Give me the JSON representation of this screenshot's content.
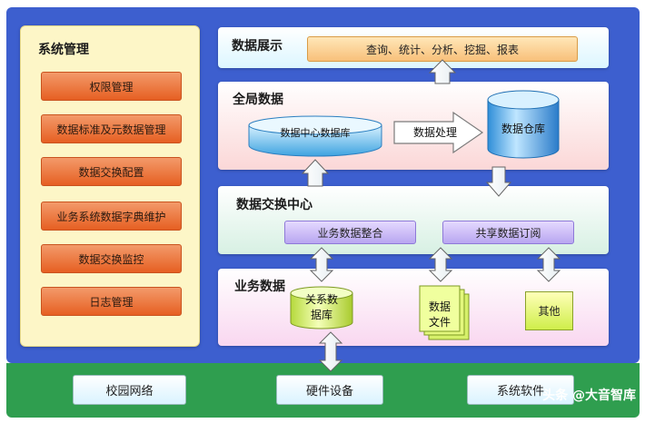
{
  "system_mgmt": {
    "title": "系统管理",
    "items": [
      "权限管理",
      "数据标准及元数据管理",
      "数据交换配置",
      "业务系统数据字典维护",
      "数据交换监控",
      "日志管理"
    ]
  },
  "layers": {
    "display": {
      "title": "数据展示",
      "query_label": "查询、统计、分析、挖掘、报表"
    },
    "global": {
      "title": "全局数据",
      "center_db": "数据中心数据库",
      "processing": "数据处理",
      "warehouse": "数据仓库"
    },
    "exchange": {
      "title": "数据交换中心",
      "integration": "业务数据整合",
      "subscription": "共享数据订阅"
    },
    "business": {
      "title": "业务数据",
      "relational_db": "关系数\n据库",
      "data_files": "数据\n文件",
      "other": "其他"
    }
  },
  "network": {
    "items": [
      "校园网络",
      "硬件设备",
      "系统软件"
    ]
  },
  "watermark": "头条 @大音智库",
  "colors": {
    "frame": "#3d5fcf",
    "base": "#2f9e4f",
    "mgmt_item": "#e65f22"
  }
}
